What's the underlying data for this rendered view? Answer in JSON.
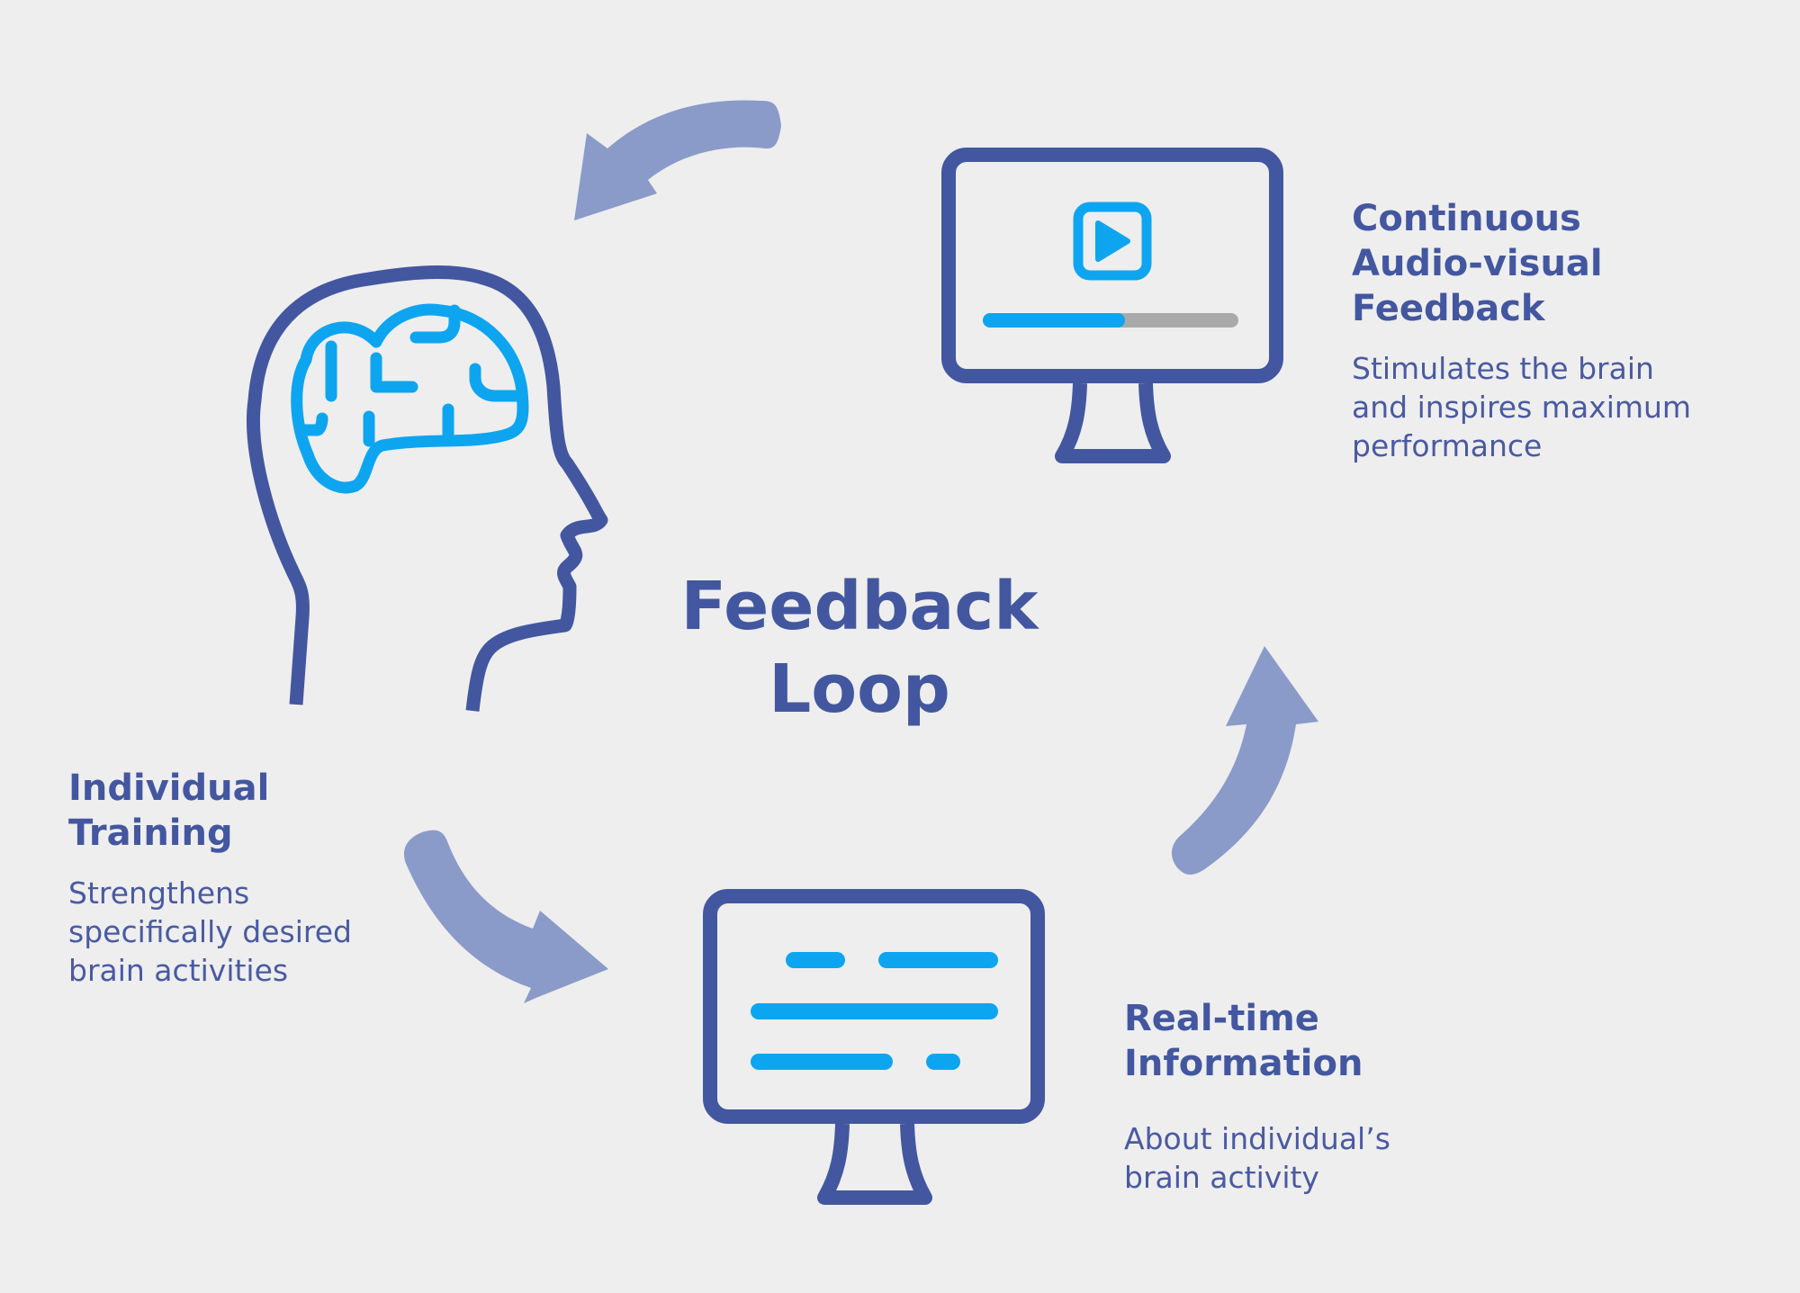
{
  "title": [
    "Feedback",
    "Loop"
  ],
  "steps": [
    {
      "id": "audio-visual",
      "heading": [
        "Continuous",
        "Audio-visual",
        "Feedback"
      ],
      "description": [
        "Stimulates the brain",
        "and inspires maximum",
        "performance"
      ]
    },
    {
      "id": "individual-training",
      "heading": [
        "Individual",
        "Training"
      ],
      "description": [
        "Strengthens",
        "specifically desired",
        "brain activities"
      ]
    },
    {
      "id": "real-time",
      "heading": [
        "Real-time",
        "Information"
      ],
      "description": [
        "About individual’s",
        "brain activity"
      ]
    }
  ],
  "icons": [
    "head-brain-icon",
    "video-monitor-icon",
    "data-monitor-icon",
    "cycle-arrow-icon"
  ],
  "video_progress": 0.53,
  "colors": {
    "background": "#eeeeee",
    "primary": "#4357a0",
    "accent": "#0ea5f0",
    "arrow": "#8a9bc9",
    "progress_track": "#a9a9a9"
  }
}
